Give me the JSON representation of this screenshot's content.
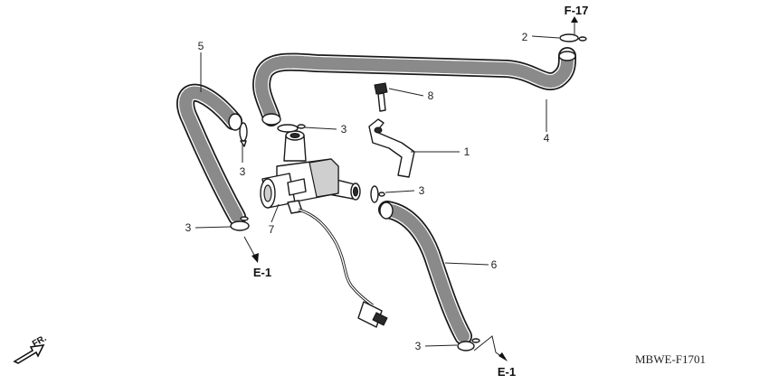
{
  "callouts": {
    "c1": "1",
    "c2": "2",
    "c3_upper": "3",
    "c3_left_clamp": "3",
    "c3_lower_left": "3",
    "c3_valve_right": "3",
    "c3_bottom": "3",
    "c4": "4",
    "c5": "5",
    "c6": "6",
    "c7": "7",
    "c8": "8"
  },
  "references": {
    "f17": "F-17",
    "e1_left": "E-1",
    "e1_bottom": "E-1"
  },
  "direction_marker": "FR.",
  "diagram_code": "MBWE-F1701"
}
